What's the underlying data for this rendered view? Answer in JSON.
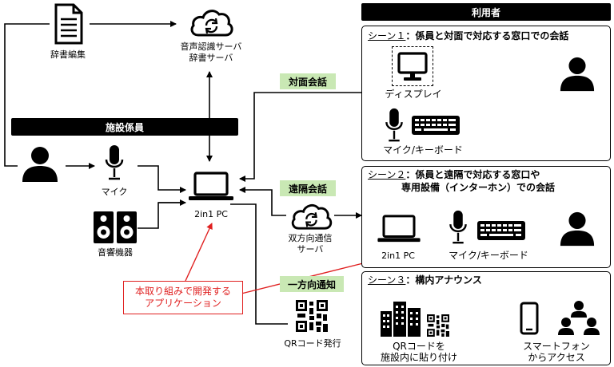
{
  "colors": {
    "highlight_green": "#c9e8b4",
    "callout_red": "#e02020",
    "header_black": "#000000"
  },
  "top": {
    "dict_edit": "辞書編集",
    "server_line1": "音声認識サーバ",
    "server_line2": "辞書サーバ"
  },
  "staff": {
    "header": "施設係員",
    "mic": "マイク",
    "speakers": "音響機器",
    "pc": "2in1 PC"
  },
  "callout": {
    "line1": "本取り組みで開発する",
    "line2": "アプリケーション"
  },
  "modes": {
    "face": "対面会話",
    "remote": "遠隔会話",
    "oneway": "一方向通知"
  },
  "middle": {
    "relay_line1": "双方向通信",
    "relay_line2": "サーバ",
    "qr_issue": "QRコード発行"
  },
  "users": {
    "header": "利用者",
    "scene1": {
      "label": "シーン１",
      "title": "：係員と対面で対応する窓口での会話",
      "display": "ディスプレイ",
      "mic_kb": "マイク/キーボード"
    },
    "scene2": {
      "label": "シーン２",
      "title1": "：係員と遠隔で対応する窓口や",
      "title2": "専用設備（インターホン）での会話",
      "pc": "2in1 PC",
      "mic_kb": "マイク/キーボード"
    },
    "scene3": {
      "label": "シーン３",
      "title": "：構内アナウンス",
      "qr_line1": "QRコードを",
      "qr_line2": "施設内に貼り付け",
      "phone_line1": "スマートフォン",
      "phone_line2": "からアクセス"
    }
  }
}
